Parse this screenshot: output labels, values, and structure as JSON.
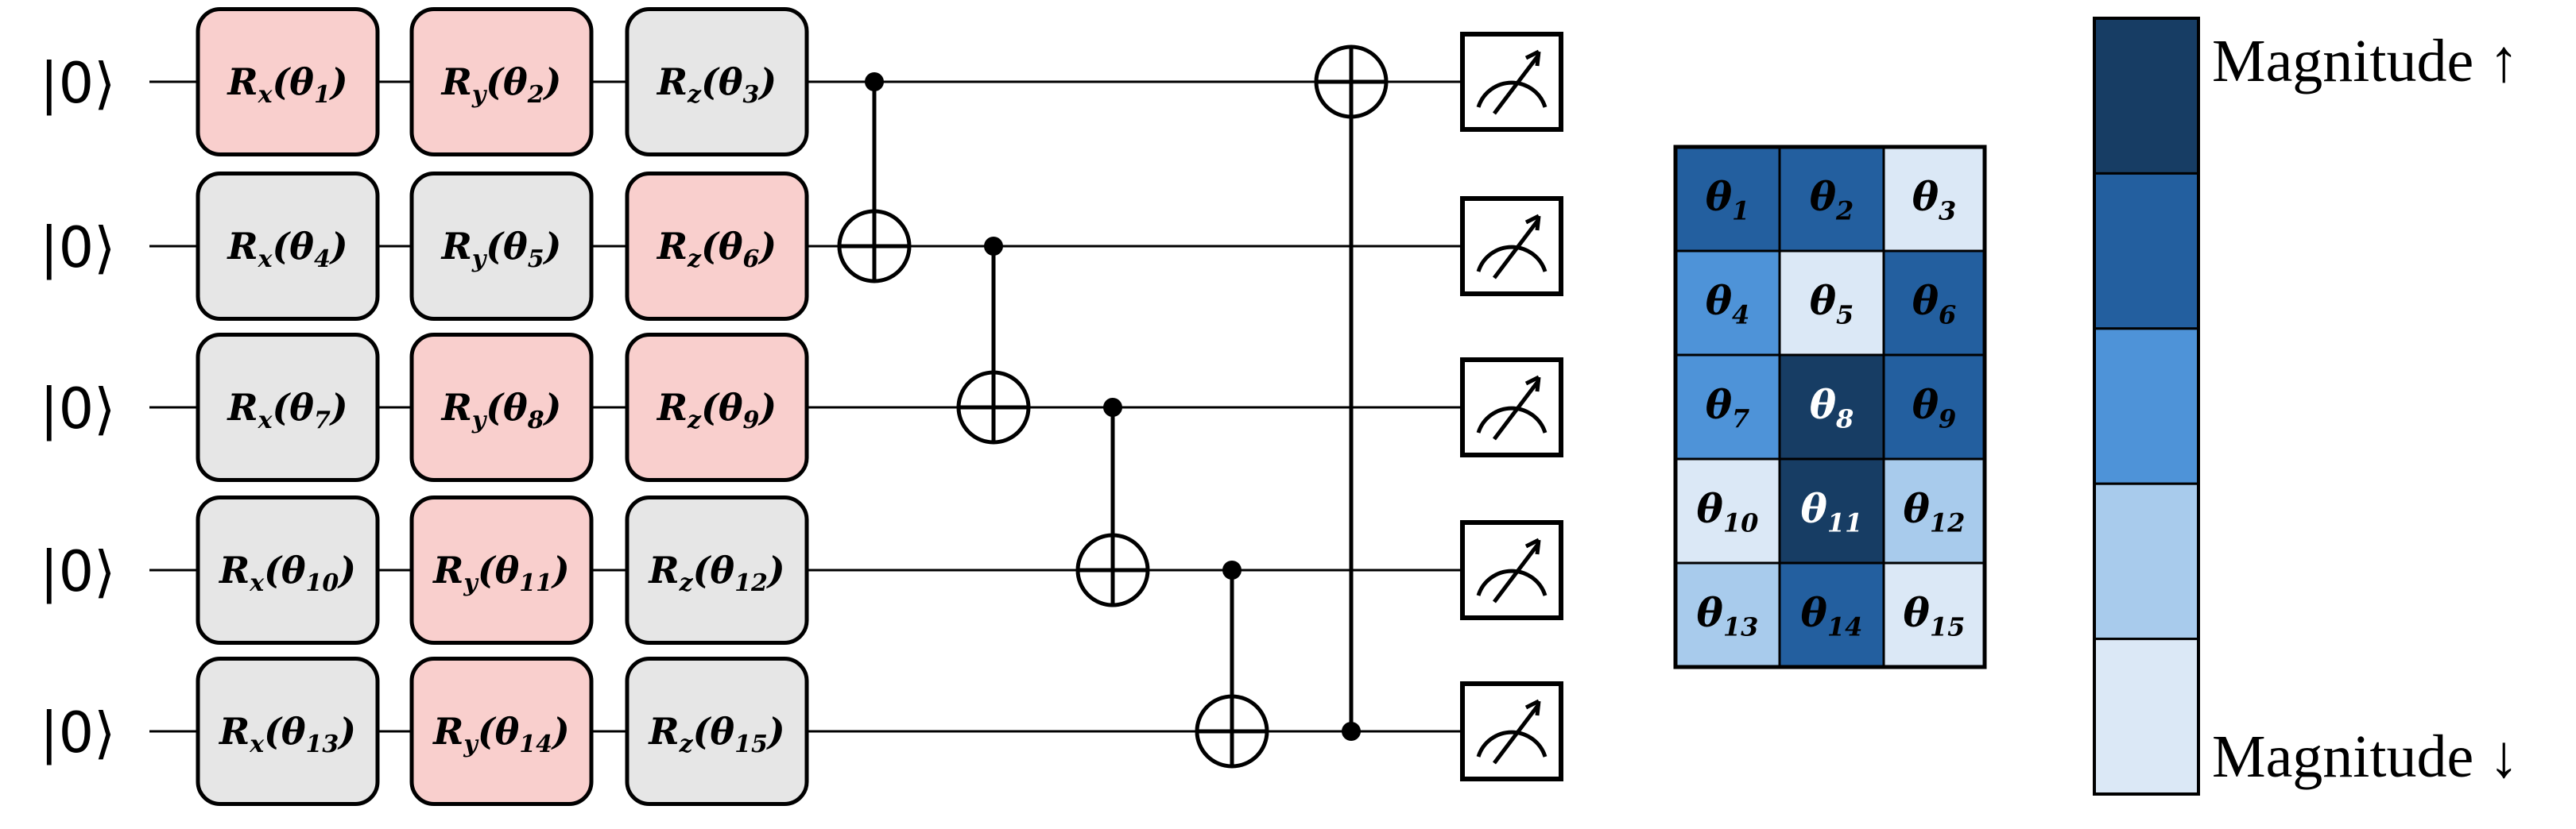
{
  "circuit": {
    "qubit_state": "|0⟩",
    "gate_axes": [
      "x",
      "y",
      "z"
    ],
    "gate_prefix": "R",
    "param_symbol": "θ",
    "gates": [
      [
        {
          "param": "1",
          "highlight": true
        },
        {
          "param": "2",
          "highlight": true
        },
        {
          "param": "3",
          "highlight": false
        }
      ],
      [
        {
          "param": "4",
          "highlight": false
        },
        {
          "param": "5",
          "highlight": false
        },
        {
          "param": "6",
          "highlight": true
        }
      ],
      [
        {
          "param": "7",
          "highlight": false
        },
        {
          "param": "8",
          "highlight": true
        },
        {
          "param": "9",
          "highlight": true
        }
      ],
      [
        {
          "param": "10",
          "highlight": false
        },
        {
          "param": "11",
          "highlight": true
        },
        {
          "param": "12",
          "highlight": false
        }
      ],
      [
        {
          "param": "13",
          "highlight": false
        },
        {
          "param": "14",
          "highlight": true
        },
        {
          "param": "15",
          "highlight": false
        }
      ]
    ],
    "cnots": [
      {
        "control": 0,
        "target": 1
      },
      {
        "control": 1,
        "target": 2
      },
      {
        "control": 2,
        "target": 3
      },
      {
        "control": 3,
        "target": 4
      },
      {
        "control": 4,
        "target": 0
      }
    ],
    "measure_icon": "measurement-meter-icon"
  },
  "heatmap": {
    "symbol": "θ",
    "cells": [
      [
        {
          "param": "1",
          "level": 4
        },
        {
          "param": "2",
          "level": 4
        },
        {
          "param": "3",
          "level": 1
        }
      ],
      [
        {
          "param": "4",
          "level": 3
        },
        {
          "param": "5",
          "level": 1
        },
        {
          "param": "6",
          "level": 4
        }
      ],
      [
        {
          "param": "7",
          "level": 3
        },
        {
          "param": "8",
          "level": 5
        },
        {
          "param": "9",
          "level": 4
        }
      ],
      [
        {
          "param": "10",
          "level": 1
        },
        {
          "param": "11",
          "level": 5
        },
        {
          "param": "12",
          "level": 2
        }
      ],
      [
        {
          "param": "13",
          "level": 2
        },
        {
          "param": "14",
          "level": 4
        },
        {
          "param": "15",
          "level": 1
        }
      ]
    ]
  },
  "colorbar": {
    "top_label": "Magnitude ↑",
    "bottom_label": "Magnitude ↓",
    "levels": [
      5,
      4,
      3,
      2,
      1
    ]
  },
  "colors": {
    "gate_highlight": "#f9cfcd",
    "gate_default": "#e6e6e6",
    "level_1": "#dbe8f6",
    "level_2": "#a8cbec",
    "level_3": "#4e93d8",
    "level_4": "#235f9f",
    "level_5": "#173d64"
  }
}
